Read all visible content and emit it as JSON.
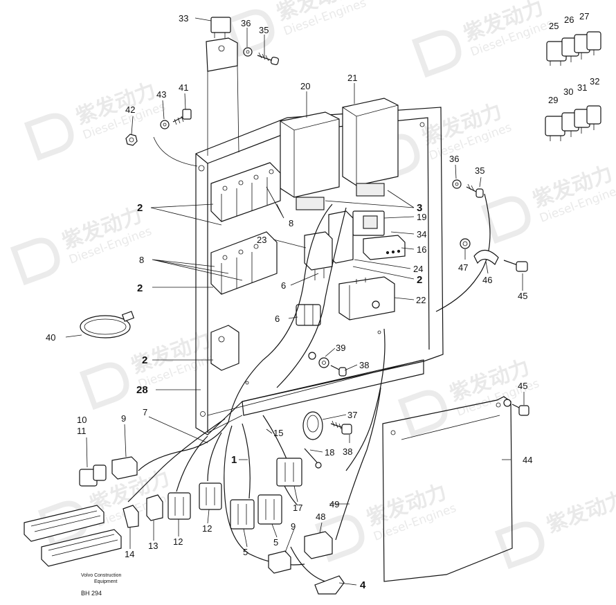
{
  "watermark": {
    "brand_cn": "紫发动力",
    "brand_en": "Diesel-Engines"
  },
  "caption": {
    "line1": "Volvo Construction",
    "line2": "Equipment",
    "code": "BH 294"
  },
  "callouts": [
    {
      "id": "c33",
      "text": "33"
    },
    {
      "id": "c36a",
      "text": "36"
    },
    {
      "id": "c35a",
      "text": "35"
    },
    {
      "id": "c25",
      "text": "25"
    },
    {
      "id": "c26",
      "text": "26"
    },
    {
      "id": "c27",
      "text": "27"
    },
    {
      "id": "c20",
      "text": "20"
    },
    {
      "id": "c21",
      "text": "21"
    },
    {
      "id": "c43",
      "text": "43"
    },
    {
      "id": "c41",
      "text": "41"
    },
    {
      "id": "c42",
      "text": "42"
    },
    {
      "id": "c29",
      "text": "29"
    },
    {
      "id": "c30",
      "text": "30"
    },
    {
      "id": "c31",
      "text": "31"
    },
    {
      "id": "c32",
      "text": "32"
    },
    {
      "id": "c36b",
      "text": "36"
    },
    {
      "id": "c35b",
      "text": "35"
    },
    {
      "id": "c2a",
      "text": "2"
    },
    {
      "id": "c8a",
      "text": "8"
    },
    {
      "id": "c3",
      "text": "3"
    },
    {
      "id": "c19",
      "text": "19"
    },
    {
      "id": "c34",
      "text": "34"
    },
    {
      "id": "c23",
      "text": "23"
    },
    {
      "id": "c16",
      "text": "16"
    },
    {
      "id": "c8b",
      "text": "8"
    },
    {
      "id": "c47",
      "text": "47"
    },
    {
      "id": "c24",
      "text": "24"
    },
    {
      "id": "c2b",
      "text": "2"
    },
    {
      "id": "c2c",
      "text": "2"
    },
    {
      "id": "c6a",
      "text": "6"
    },
    {
      "id": "c46",
      "text": "46"
    },
    {
      "id": "c45a",
      "text": "45"
    },
    {
      "id": "c22",
      "text": "22"
    },
    {
      "id": "c6b",
      "text": "6"
    },
    {
      "id": "c40",
      "text": "40"
    },
    {
      "id": "c39",
      "text": "39"
    },
    {
      "id": "c2d",
      "text": "2"
    },
    {
      "id": "c38a",
      "text": "38"
    },
    {
      "id": "c28",
      "text": "28"
    },
    {
      "id": "c45b",
      "text": "45"
    },
    {
      "id": "c7",
      "text": "7"
    },
    {
      "id": "c37",
      "text": "37"
    },
    {
      "id": "c10",
      "text": "10"
    },
    {
      "id": "c9a",
      "text": "9"
    },
    {
      "id": "c11",
      "text": "11"
    },
    {
      "id": "c15",
      "text": "15"
    },
    {
      "id": "c38b",
      "text": "38"
    },
    {
      "id": "c1",
      "text": "1"
    },
    {
      "id": "c18",
      "text": "18"
    },
    {
      "id": "c44",
      "text": "44"
    },
    {
      "id": "c17",
      "text": "17"
    },
    {
      "id": "c49",
      "text": "49"
    },
    {
      "id": "c12a",
      "text": "12"
    },
    {
      "id": "c12b",
      "text": "12"
    },
    {
      "id": "c48",
      "text": "48"
    },
    {
      "id": "c9b",
      "text": "9"
    },
    {
      "id": "c13",
      "text": "13"
    },
    {
      "id": "c5a",
      "text": "5"
    },
    {
      "id": "c5b",
      "text": "5"
    },
    {
      "id": "c14",
      "text": "14"
    },
    {
      "id": "c4",
      "text": "4"
    }
  ]
}
